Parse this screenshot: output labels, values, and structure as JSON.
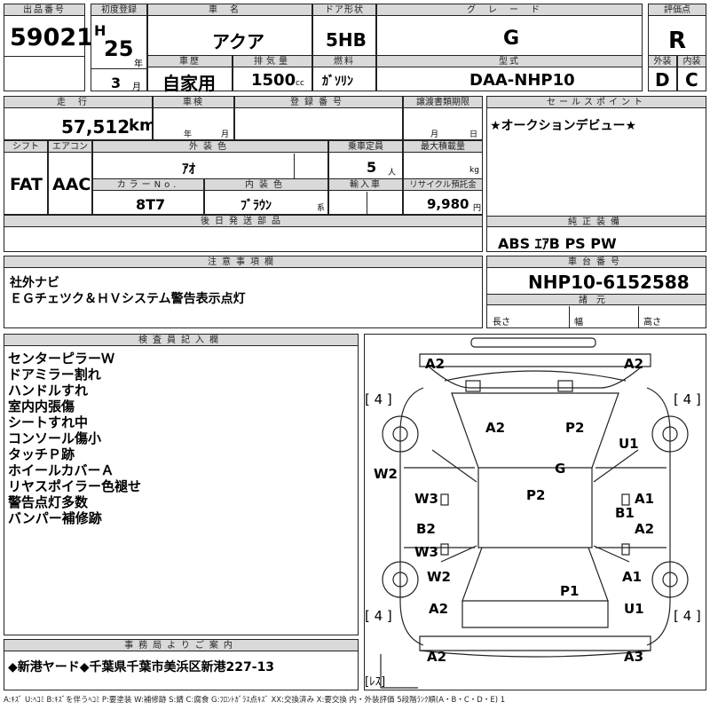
{
  "sheet": {
    "lot": {
      "label": "出品番号",
      "value": "59021"
    },
    "first_reg": {
      "label": "初度登録",
      "era": "H",
      "year": "25",
      "year_unit": "年",
      "month": "3",
      "month_unit": "月"
    },
    "car_name": {
      "label": "車名",
      "value": "アクア"
    },
    "door": {
      "label": "ドア形状",
      "value": "5HB"
    },
    "grade": {
      "label": "グレード",
      "value": "G"
    },
    "score": {
      "label": "評価点",
      "value": "R"
    },
    "history": {
      "label": "車歴",
      "value": "自家用"
    },
    "displacement": {
      "label": "排気量",
      "value": "1500",
      "unit": "cc"
    },
    "fuel": {
      "label": "燃料",
      "value": "ｶﾞｿﾘﾝ"
    },
    "model": {
      "label": "型式",
      "value": "DAA-NHP10"
    },
    "exterior": {
      "label": "外装",
      "value": "D"
    },
    "interior": {
      "label": "内装",
      "value": "C"
    },
    "mileage": {
      "label": "走行",
      "value": "57,512",
      "unit": "km"
    },
    "inspection": {
      "label": "車検",
      "year_unit": "年",
      "month_unit": "月"
    },
    "reg_no": {
      "label": "登録番号"
    },
    "transfer_deadline": {
      "label": "譲渡書類期限",
      "month_unit": "月",
      "day_unit": "日"
    },
    "sales_point": {
      "label": "セールスポイント",
      "value": "★オークションデビュー★"
    },
    "shift": {
      "label": "シフト",
      "value": "FAT"
    },
    "aircon": {
      "label": "エアコン",
      "value": "AAC"
    },
    "ext_color": {
      "label": "外装色",
      "value": "ｱｵ"
    },
    "capacity": {
      "label": "乗車定員",
      "value": "5",
      "unit": "人"
    },
    "max_load": {
      "label": "最大積載量",
      "unit": "kg"
    },
    "color_no": {
      "label": "カラーNo.",
      "value": "8T7"
    },
    "int_color": {
      "label": "内装色",
      "value": "ﾌﾞﾗｳﾝ",
      "unit": "系"
    },
    "import_car": {
      "label": "輸入車"
    },
    "recycle": {
      "label": "リサイクル預託金",
      "value": "9,980",
      "unit": "円"
    },
    "later_parts": {
      "label": "後日発送部品"
    },
    "equipment": {
      "label": "純正装備",
      "value": "ABS ｴｱB PS PW"
    },
    "notes": {
      "label": "注意事項欄",
      "lines": [
        "社外ナビ",
        "ＥＧチェツク＆ＨＶシステム警告表示点灯"
      ]
    },
    "chassis": {
      "label": "車台番号",
      "value": "NHP10-6152588"
    },
    "specs": {
      "label": "諸元",
      "length": "長さ",
      "width": "幅",
      "height": "高さ"
    },
    "inspector": {
      "label": "検査員記入欄",
      "lines": [
        "センターピラーＷ",
        "ドアミラー割れ",
        "ハンドルすれ",
        "室内内張傷",
        "シートすれ中",
        "コンソール傷小",
        "タッチＰ跡",
        "ホイールカバーＡ",
        "リヤスポイラー色褪せ",
        "警告点灯多数",
        "バンパー補修跡"
      ]
    },
    "office": {
      "label": "事務局よりご案内",
      "value": "◆新港ヤード◆千葉県千葉市美浜区新港227-13"
    },
    "legend": "A:ｷｽﾞ U:ﾍｺﾐ B:ｷｽﾞを伴うﾍｺﾐ P:要塗装 W:補修跡 S:錆 C:腐食 G:ﾌﾛﾝﾄｶﾞﾗｽ点ｷｽﾞ XX:交換済み X:要交換 内・外装評価 5段階ﾗﾝｸ順(A・B・C・D・E) 1"
  },
  "diagram": {
    "tires": [
      "[ 4 ]",
      "[ 4 ]",
      "[ 4 ]",
      "[ 4 ]"
    ],
    "spare": "[ﾚｽ]",
    "marks": [
      "A2",
      "A2",
      "A2",
      "P2",
      "U1",
      "W2",
      "G",
      "W3",
      "P2",
      "A1",
      "B1",
      "B2",
      "A2",
      "W3",
      "W2",
      "A1",
      "P1",
      "A2",
      "U1",
      "A2",
      "A3"
    ]
  }
}
